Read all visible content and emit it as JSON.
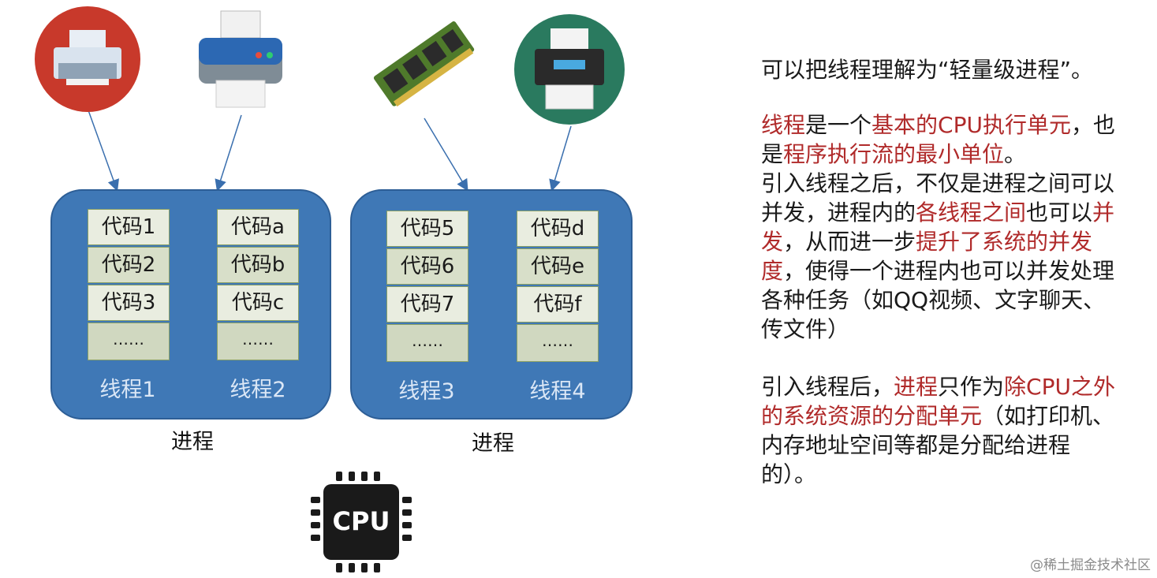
{
  "devices": {
    "printer1": "printer-icon",
    "printer2": "printer-icon",
    "memory": "memory-module-icon",
    "printer3": "printer-icon"
  },
  "processes": [
    {
      "label": "进程",
      "threads": [
        {
          "label": "线程1",
          "codes": [
            "代码1",
            "代码2",
            "代码3",
            "……"
          ]
        },
        {
          "label": "线程2",
          "codes": [
            "代码a",
            "代码b",
            "代码c",
            "……"
          ]
        }
      ]
    },
    {
      "label": "进程",
      "threads": [
        {
          "label": "线程3",
          "codes": [
            "代码5",
            "代码6",
            "代码7",
            "……"
          ]
        },
        {
          "label": "线程4",
          "codes": [
            "代码d",
            "代码e",
            "代码f",
            "……"
          ]
        }
      ]
    }
  ],
  "cpu": {
    "label": "CPU"
  },
  "text": {
    "p1": "可以把线程理解为“轻量级进程”。",
    "p2a": "线程",
    "p2b": "是一个",
    "p2c": "基本的CPU执行单元",
    "p2d": "，也是",
    "p2e": "程序执行流的最小单位",
    "p2f": "。",
    "p3a": "引入线程之后，不仅是进程之间可以并发，进程内的",
    "p3b": "各线程之间",
    "p3c": "也可以",
    "p3d": "并发",
    "p3e": "，从而进一步",
    "p3f": "提升了系统的并发度",
    "p3g": "，使得一个进程内也可以并发处理各种任务（如QQ视频、文字聊天、传文件）",
    "p4a": "引入线程后，",
    "p4b": "进程",
    "p4c": "只作为",
    "p4d": "除CPU之外的系统资源的分配单元",
    "p4e": "（如打印机、内存地址空间等都是分配给进程的）。"
  },
  "watermark": "@稀土掘金技术社区",
  "colors": {
    "process": "#3f78b6",
    "highlight": "#b02a2a"
  }
}
